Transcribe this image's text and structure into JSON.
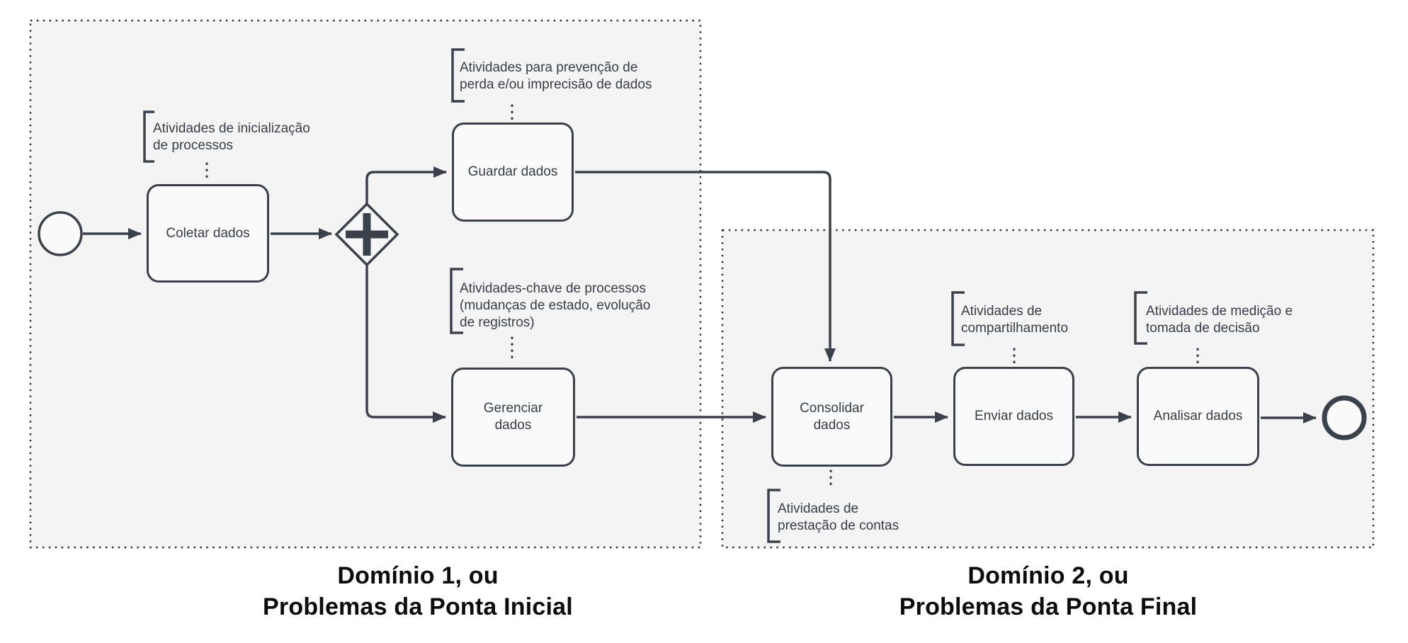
{
  "diagram": {
    "type": "bpmn-process",
    "colors": {
      "stroke": "#3a414b",
      "domain_fill": "#f4f4f5",
      "task_fill": "#fafafb",
      "text": "#363d46",
      "caption_text": "#0c0c0c",
      "page_background": "#ffffff"
    },
    "events": {
      "start": {
        "name": "start-event"
      },
      "end": {
        "name": "end-event"
      }
    },
    "gateway": {
      "kind": "parallel",
      "symbol": "+"
    },
    "tasks": [
      {
        "id": "coletar",
        "label": "Coletar dados"
      },
      {
        "id": "guardar",
        "label": "Guardar dados"
      },
      {
        "id": "gerenciar",
        "label": "Gerenciar\ndados"
      },
      {
        "id": "consolidar",
        "label": "Consolidar\ndados"
      },
      {
        "id": "enviar",
        "label": "Enviar dados"
      },
      {
        "id": "analisar",
        "label": "Analisar dados"
      }
    ],
    "annotations": [
      {
        "target": "coletar",
        "text": "Atividades de inicialização\nde processos"
      },
      {
        "target": "guardar",
        "text": "Atividades para prevenção de\nperda e/ou imprecisão de dados"
      },
      {
        "target": "gerenciar",
        "text": "Atividades-chave de processos\n(mudanças de estado, evolução\nde registros)"
      },
      {
        "target": "enviar",
        "text": "Atividades de\ncompartilhamento"
      },
      {
        "target": "analisar",
        "text": "Atividades de medição e\ntomada de decisão"
      },
      {
        "target": "consolidar",
        "text": "Atividades de\nprestação de contas"
      }
    ],
    "domains": [
      {
        "caption": "Domínio 1, ou\nProblemas da Ponta Inicial"
      },
      {
        "caption": "Domínio 2, ou\nProblemas da Ponta Final"
      }
    ]
  }
}
